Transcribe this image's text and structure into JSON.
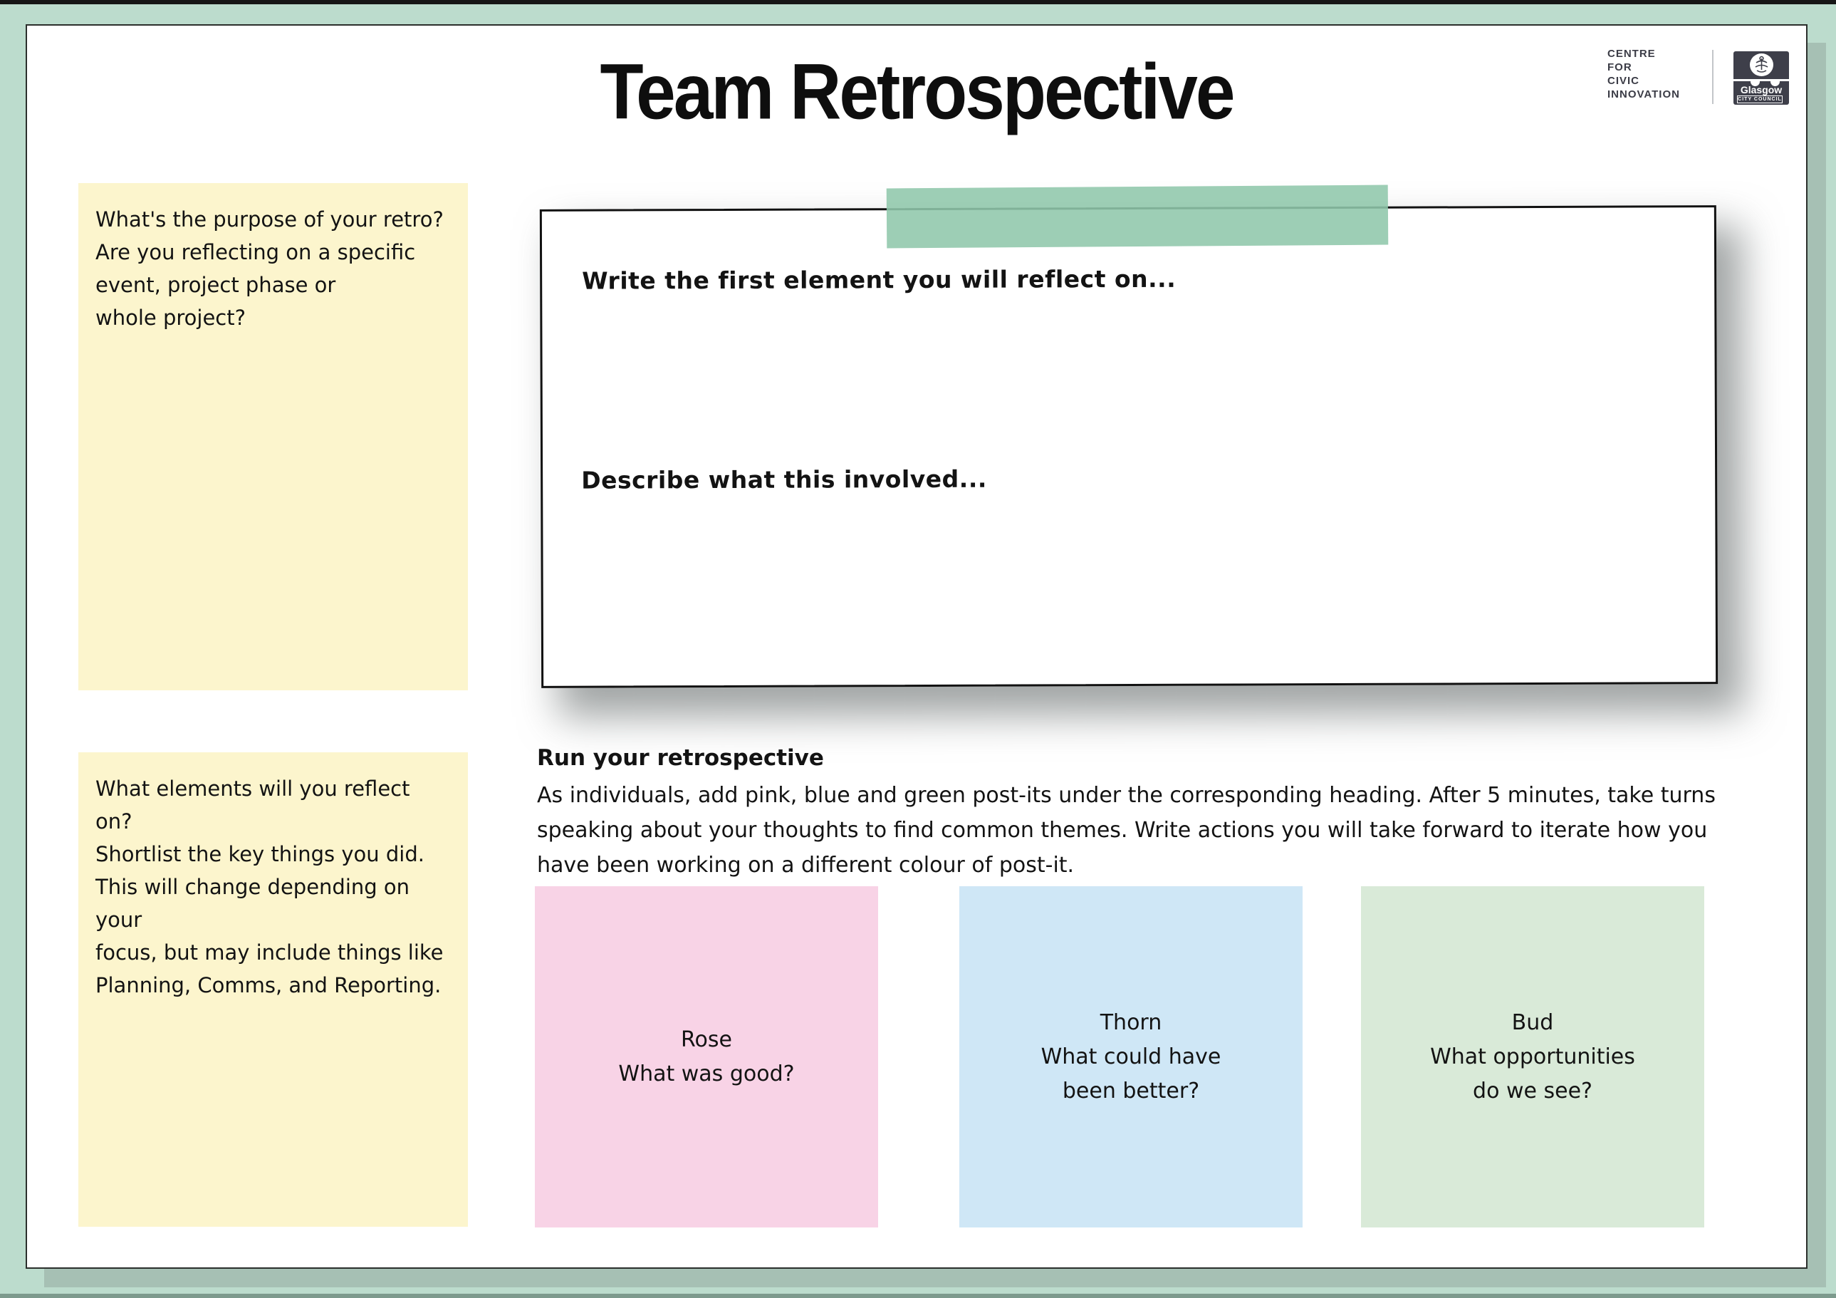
{
  "page": {
    "title": "Team Retrospective",
    "brand": {
      "org_lines": "CENTRE\nFOR\nCIVIC\nINNOVATION",
      "council_name": "Glasgow",
      "council_sub": "CITY COUNCIL"
    },
    "notes": {
      "purpose": "What's the purpose of your retro?\nAre you reflecting on a specific\nevent, project phase or\nwhole project?",
      "elements": "What elements will you reflect on?\nShortlist the key things you did.\nThis will change depending on your\nfocus, but may include things like\nPlanning, Comms, and Reporting."
    },
    "reflection_board": {
      "prompt_element": "Write the first element you will reflect on...",
      "prompt_describe": "Describe what this involved..."
    },
    "instructions": {
      "heading": "Run your retrospective",
      "body": "As individuals, add pink, blue and green post-its under the corresponding heading. After 5 minutes, take turns\nspeaking about your thoughts to find common themes. Write actions you will take forward to iterate how you\nhave been working on a different colour of post-it."
    },
    "columns": [
      {
        "title": "Rose",
        "question": "What was good?",
        "color": "#f8d3e6"
      },
      {
        "title": "Thorn",
        "question": "What could have\nbeen better?",
        "color": "#cfe7f6"
      },
      {
        "title": "Bud",
        "question": "What opportunities\ndo we see?",
        "color": "#d9ead8"
      }
    ],
    "colors": {
      "frame_mint": "#bcdccd",
      "frame_shadow": "#a6c0b4",
      "note_yellow": "#fcf5cd",
      "highlight_green": "#8fc7ab",
      "logo_navy": "#3e3f4a",
      "ink": "#131313"
    }
  }
}
